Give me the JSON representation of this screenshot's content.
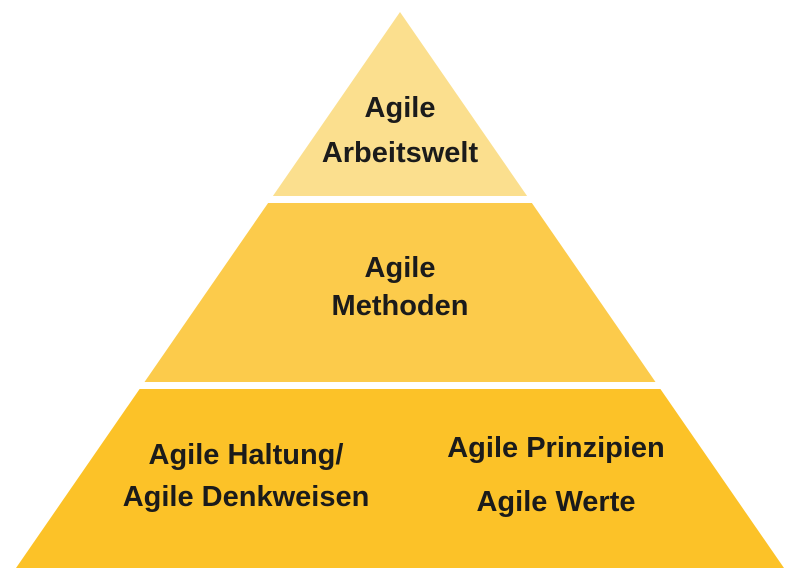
{
  "diagram": {
    "type": "pyramid",
    "background_color": "#ffffff",
    "text_color": "#1b1b1b",
    "divider_color": "#ffffff",
    "levels": {
      "top": {
        "color": "#fbdf8e",
        "line1": "Agile",
        "line2": "Arbeitswelt"
      },
      "middle": {
        "color": "#fccb4b",
        "line1": "Agile",
        "line2": "Methoden"
      },
      "bottom": {
        "color": "#fcc228",
        "left_line1": "Agile Haltung/",
        "left_line2": "Agile Denkweisen",
        "right_line1": "Agile Prinzipien",
        "right_line2": "Agile Werte"
      }
    }
  }
}
